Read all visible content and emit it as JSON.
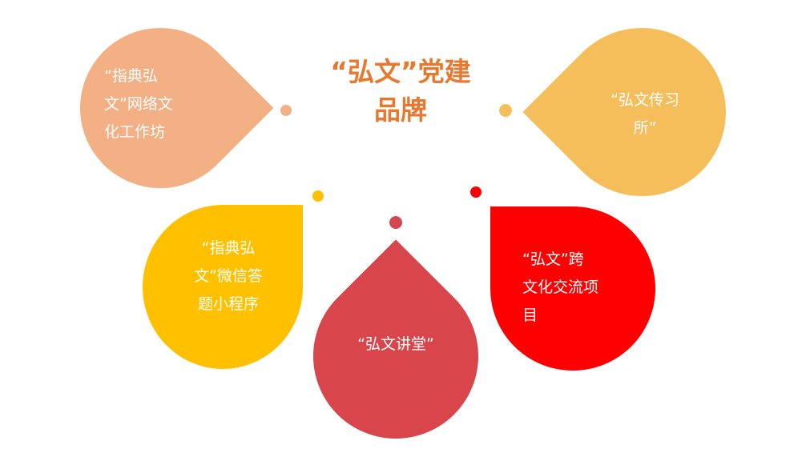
{
  "title": "“弘文”党建\n品牌",
  "colors": {
    "title": "#E8782E",
    "peach": "#F2B084",
    "light_orange": "#F5BE5A",
    "yellow": "#FFC000",
    "rose_red": "#D8464B",
    "red": "#FF0000"
  },
  "items": [
    {
      "label": "“指典弘\n文”网络文\n化工作坊"
    },
    {
      "label": "“弘文传习\n所”"
    },
    {
      "label": "“指典弘\n文”微信答\n题小程序"
    },
    {
      "label": "“弘文讲堂”"
    },
    {
      "label": "“弘文”跨\n文化交流项\n目"
    }
  ]
}
